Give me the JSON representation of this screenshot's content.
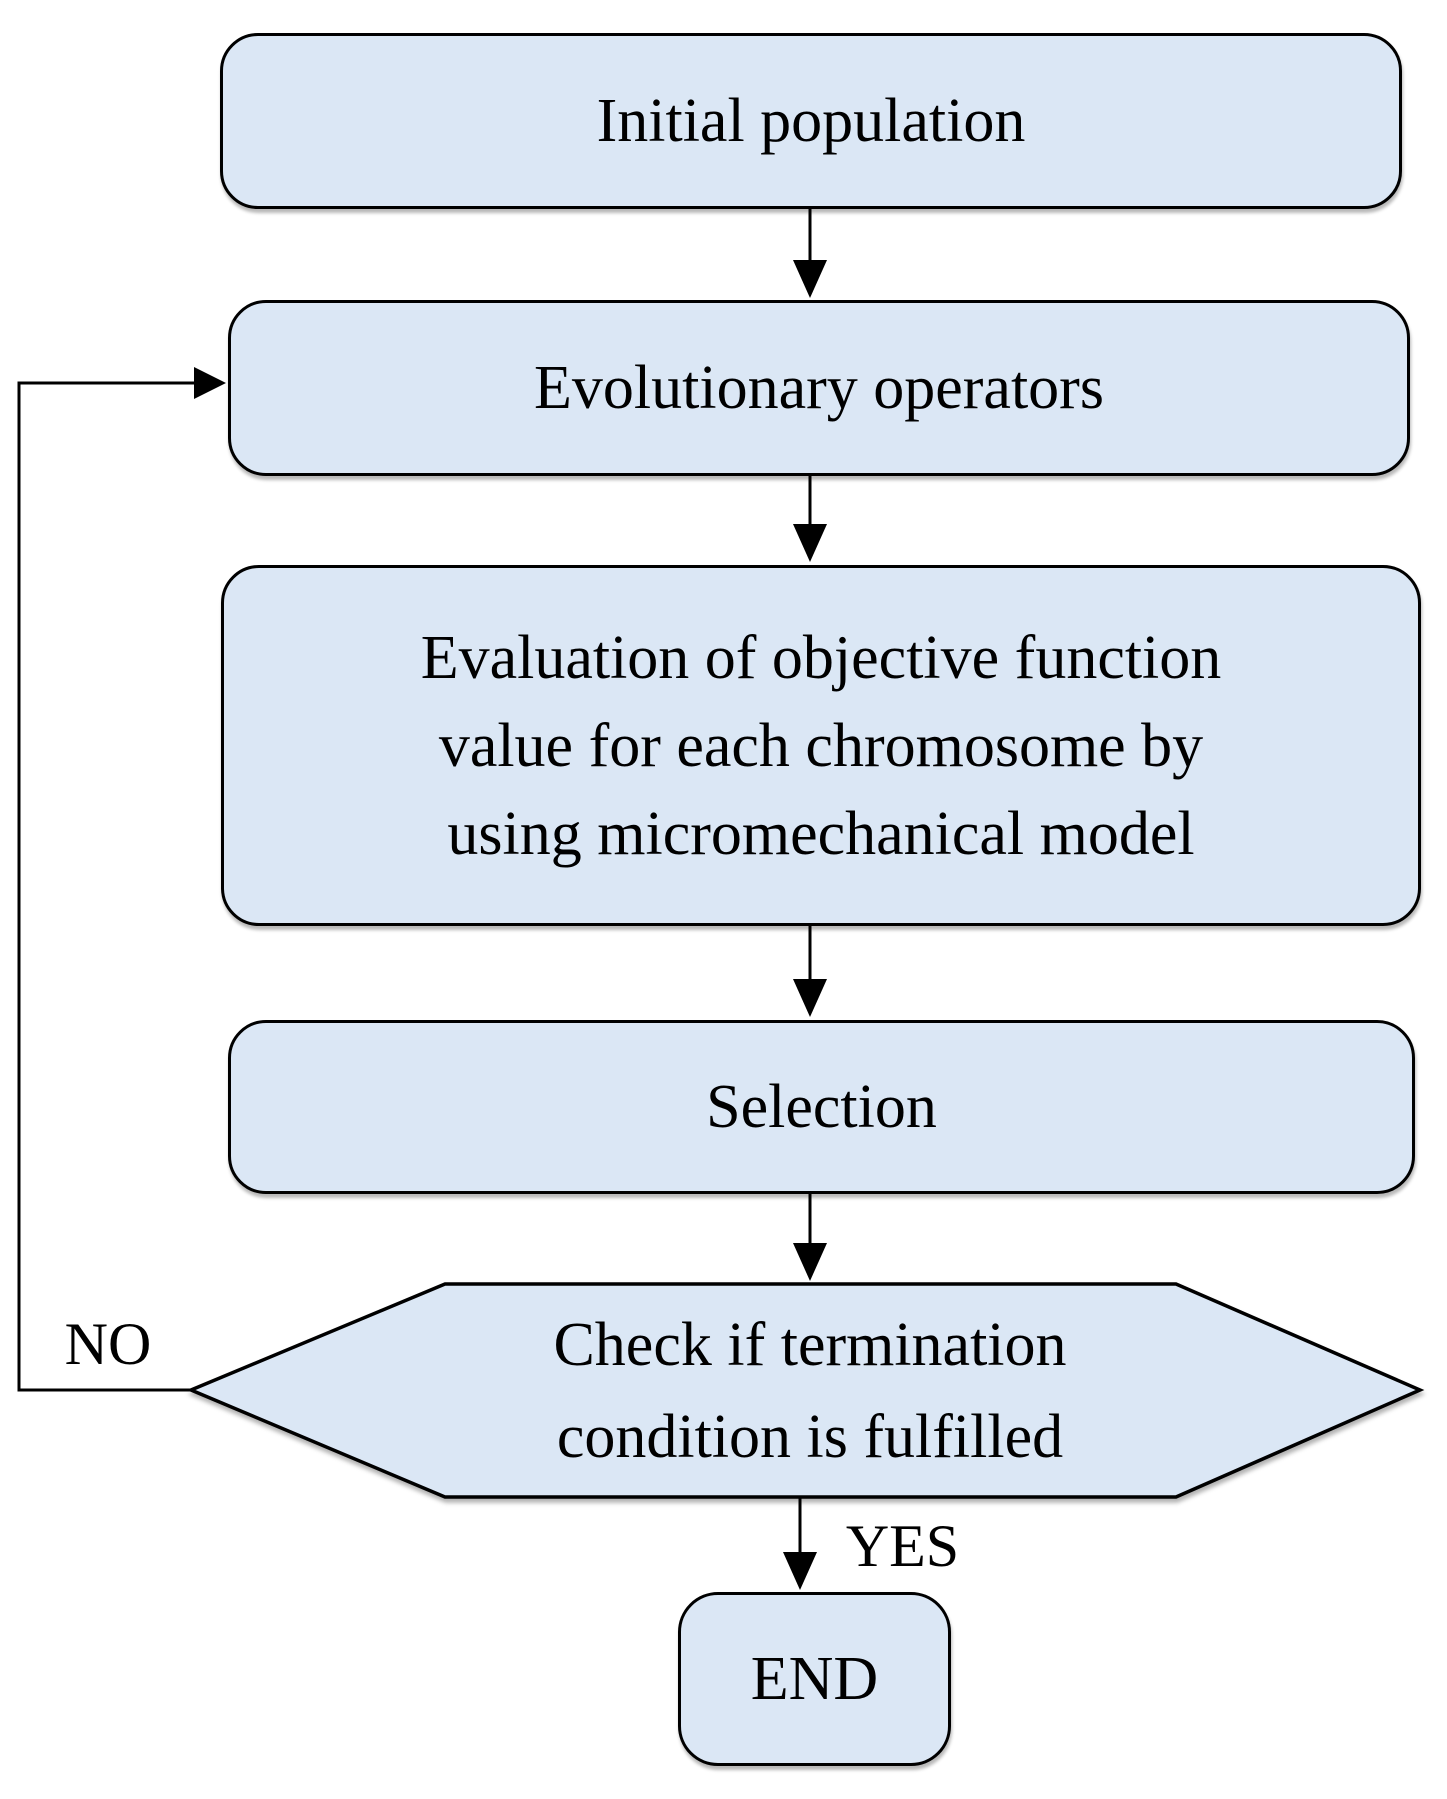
{
  "flowchart": {
    "nodes": {
      "initial": {
        "label": "Initial population",
        "shape": "rounded-rect"
      },
      "evolutionary": {
        "label": "Evolutionary operators",
        "shape": "rounded-rect"
      },
      "evaluation": {
        "lines": [
          "Evaluation of objective function",
          "value for each chromosome by",
          "using micromechanical model"
        ],
        "shape": "rounded-rect"
      },
      "selection": {
        "label": "Selection",
        "shape": "rounded-rect"
      },
      "decision": {
        "lines": [
          "Check if termination",
          "condition is fulfilled"
        ],
        "shape": "hexagon"
      },
      "end": {
        "label": "END",
        "shape": "rounded-rect"
      }
    },
    "edge_labels": {
      "no": "NO",
      "yes": "YES"
    },
    "colors": {
      "node_fill": "#dbe7f5",
      "node_border": "#000000",
      "text": "#000000",
      "connector": "#000000",
      "background": "#ffffff"
    }
  }
}
